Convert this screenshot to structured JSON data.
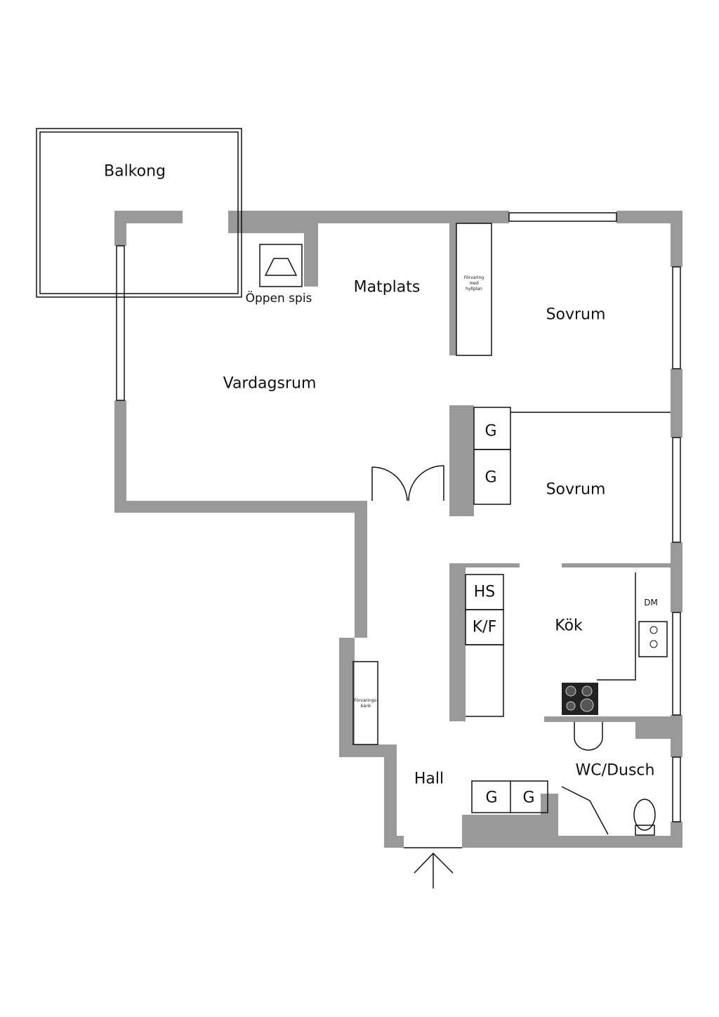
{
  "rooms": {
    "balkong": "Balkong",
    "vardagsrum": "Vardagsrum",
    "matplats": "Matplats",
    "oppen_spis": "Öppen spis",
    "sovrum1": "Sovrum",
    "sovrum2": "Sovrum",
    "kok": "Kök",
    "hall": "Hall",
    "wc": "WC/Dusch"
  },
  "fixtures": {
    "forvaring_hyllplan": "Förvaring\nmed\nhyllplan",
    "forvaringsbank": "Förvarings-\nbänk",
    "wardrobe_1": "G",
    "wardrobe_2": "G",
    "wardrobe_3": "G",
    "wardrobe_4": "G",
    "hs": "HS",
    "kf": "K/F",
    "dm": "DM"
  },
  "colors": {
    "wall": "#999999",
    "line": "#111111"
  }
}
